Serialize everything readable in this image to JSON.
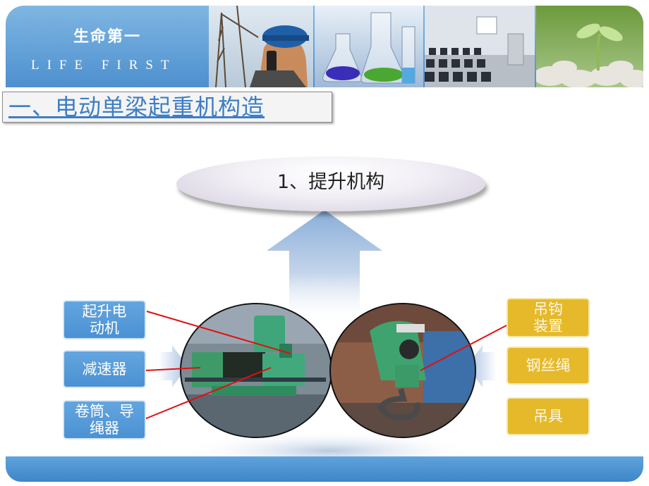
{
  "header": {
    "brand_cn": "生命第一",
    "brand_en": "LIFE FIRST",
    "photos": [
      "crane-worker-photo",
      "lab-flasks-photo",
      "meeting-room-photo",
      "seedling-photo"
    ]
  },
  "section_title": "一、电动单梁起重机构造",
  "center_title": "1、提升机构",
  "labels_left": [
    "起升电动机",
    "减速器",
    "卷筒、导绳器"
  ],
  "labels_right": [
    "吊钩装置",
    "钢丝绳",
    "吊具"
  ],
  "colors": {
    "header_blue": "#4d90cf",
    "label_blue": "#5a9fdc",
    "label_gold": "#e5b92a",
    "title_blue": "#3d7ec4",
    "pointer_red": "#e01010"
  }
}
